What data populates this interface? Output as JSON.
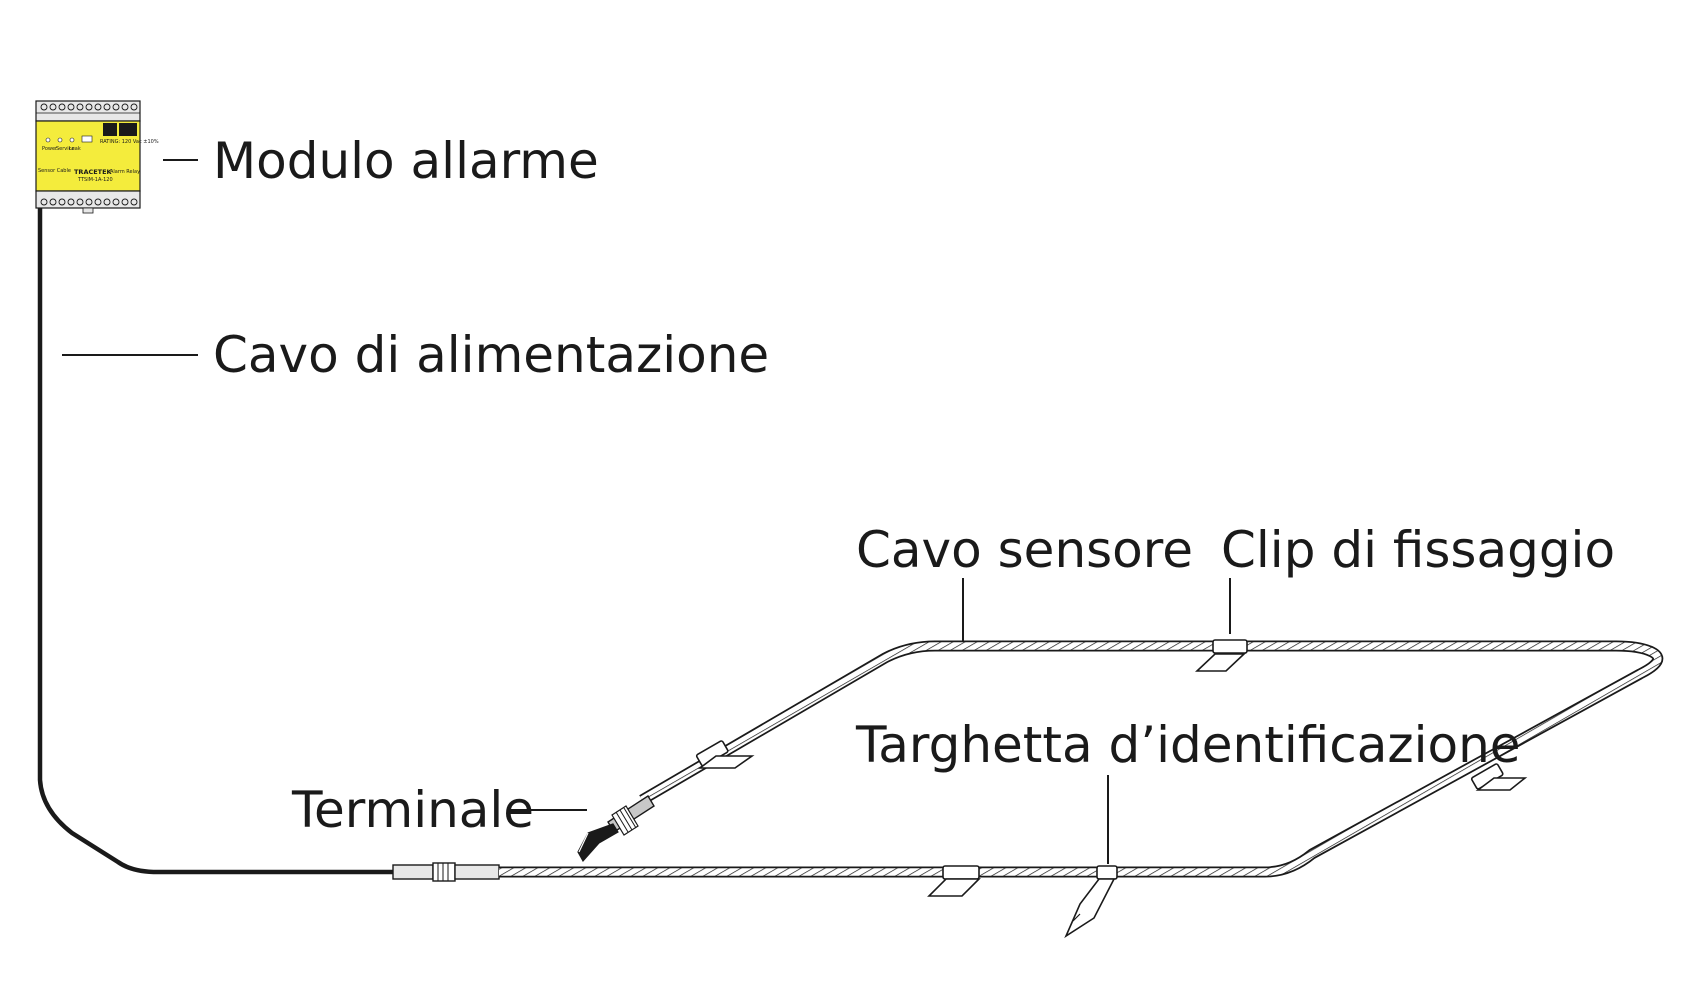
{
  "labels": {
    "alarm_module": "Modulo allarme",
    "power_cable": "Cavo di alimentazione",
    "sensor_cable": "Cavo sensore",
    "hold_down_clip": "Clip di fissaggio",
    "id_tag": "Targhetta d’identificazione",
    "terminal": "Terminale"
  },
  "module": {
    "brand": "TRACETEK",
    "subtitle": "Alarm Relay",
    "model": "TTSIM-1A-120",
    "sensor_cable_label": "Sensor Cable",
    "power_label": "Power",
    "service_label": "Service",
    "leak_label": "Leak",
    "rating_label": "RATING: 120 Vac ±10%",
    "accent_color": "#f4ec3c"
  },
  "colors": {
    "line": "#1a1a1a",
    "cable_fill": "#ffffff",
    "module_body": "#f4ec3c",
    "module_frame": "#e6e6e6"
  }
}
